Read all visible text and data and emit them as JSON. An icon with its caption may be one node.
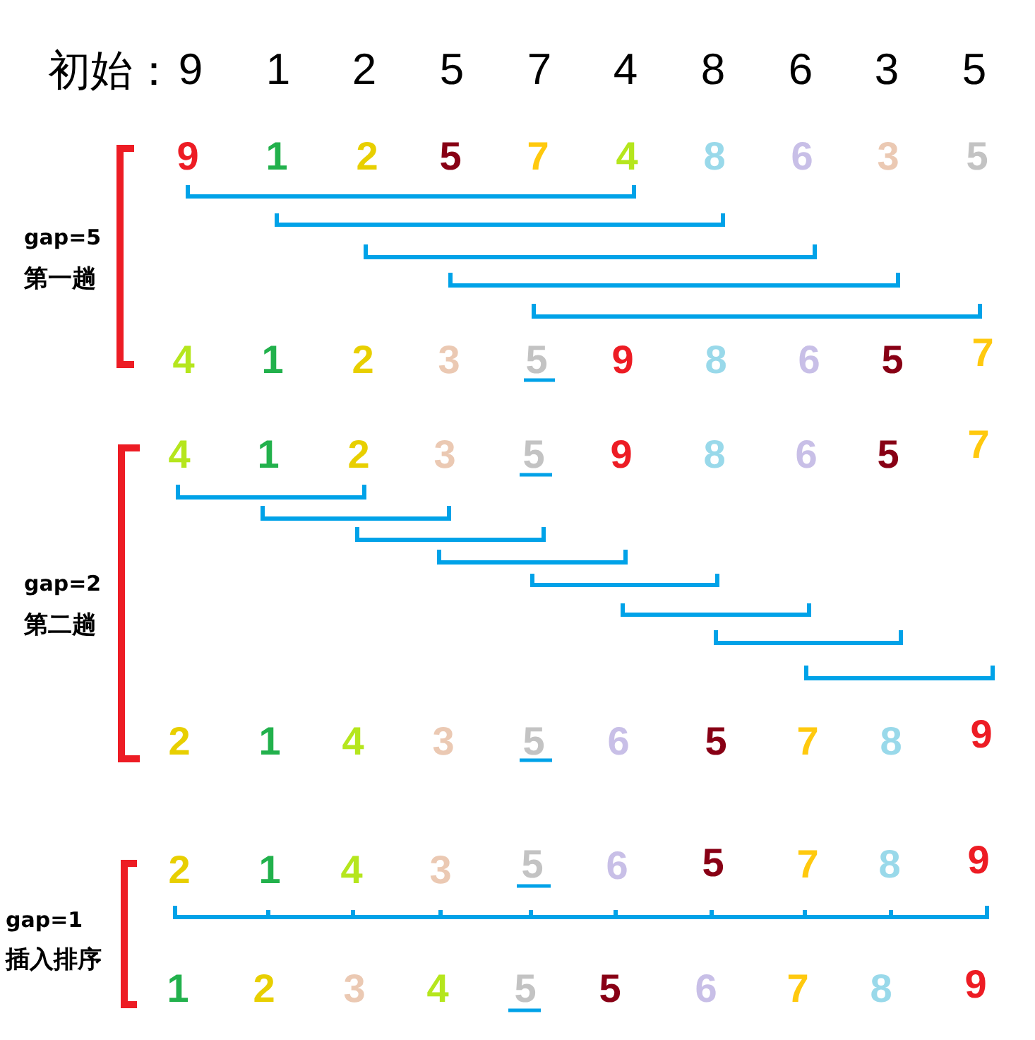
{
  "diagram": {
    "labels": [
      "初始：",
      "9",
      "1",
      "2",
      "5",
      "7",
      "4",
      "8",
      "6",
      "3",
      "5",
      "9",
      "1",
      "2",
      "5",
      "7",
      "4",
      "8",
      "6",
      "3",
      "5",
      "gap=5",
      "第一趟",
      "4",
      "1",
      "2",
      "3",
      "5",
      "9",
      "8",
      "6",
      "5",
      "7",
      "4",
      "1",
      "2",
      "3",
      "5",
      "9",
      "8",
      "6",
      "5",
      "7",
      "gap=2",
      "第二趟",
      "2",
      "1",
      "4",
      "3",
      "5",
      "6",
      "5",
      "7",
      "8",
      "9",
      "2",
      "1",
      "4",
      "3",
      "5",
      "6",
      "5",
      "7",
      "8",
      "9",
      "gap=1",
      "插入排序",
      "1",
      "2",
      "3",
      "4",
      "5",
      "5",
      "6",
      "7",
      "8",
      "9"
    ]
  }
}
